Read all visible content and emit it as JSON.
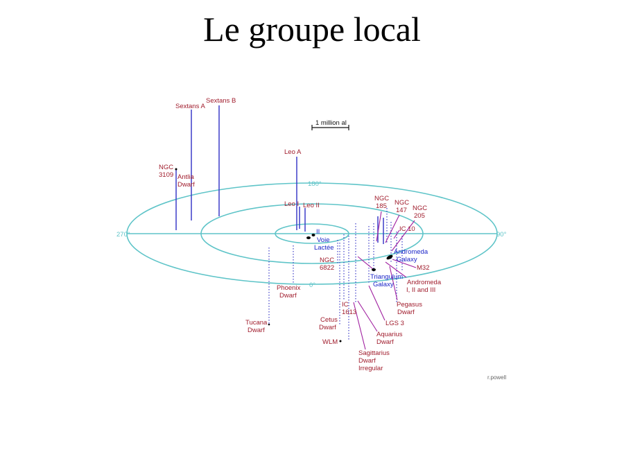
{
  "title": "Le groupe local",
  "scale_label": "1 million al",
  "credit": "r.powell",
  "angles": {
    "a180": "180°",
    "a270": "270°",
    "a90": "90°",
    "a0": "0°"
  },
  "colors": {
    "red_label": "#a01c2c",
    "blue_label": "#1a24c8",
    "ring": "#5ec4c8",
    "dotted": "#3c3cc8",
    "pointer": "#a020a0"
  },
  "labels": {
    "sextans_a": "Sextans A",
    "sextans_b": "Sextans B",
    "leo_a": "Leo A",
    "ngc3109_1": "NGC",
    "ngc3109_2": "3109",
    "antlia_1": "Antlia",
    "antlia_2": "Dwarf",
    "leo_i": "Leo I",
    "leo_ii": "Leo II",
    "ngc185_1": "NGC",
    "ngc185_2": "185",
    "ngc147_1": "NGC",
    "ngc147_2": "147",
    "ngc205_1": "NGC",
    "ngc205_2": "205",
    "ic10": "IC 10",
    "voie": "Voie",
    "lactee": "Lactée",
    "andromeda_1": "Andromeda",
    "andromeda_2": "Galaxy",
    "ngc6822_1": "NGC",
    "ngc6822_2": "6822",
    "m32": "M32",
    "triangulum_1": "Triangulum",
    "triangulum_2": "Galaxy",
    "andro_sat_1": "Andromeda",
    "andro_sat_2": "I, II and III",
    "phoenix_1": "Phoenix",
    "phoenix_2": "Dwarf",
    "pegasus_1": "Pegasus",
    "pegasus_2": "Dwarf",
    "ic1613_1": "IC",
    "ic1613_2": "1613",
    "tucana_1": "Tucana",
    "tucana_2": "Dwarf",
    "cetus_1": "Cetus",
    "cetus_2": "Dwarf",
    "lgs3": "LGS 3",
    "aquarius_1": "Aquarius",
    "aquarius_2": "Dwarf",
    "wlm": "WLM",
    "sagittarius_1": "Sagittarius",
    "sagittarius_2": "Dwarf",
    "sagittarius_3": "Irregular"
  }
}
